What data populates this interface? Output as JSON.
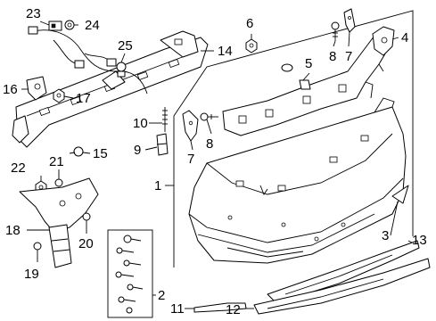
{
  "callouts": {
    "c1": "1",
    "c2": "2",
    "c3": "3",
    "c4": "4",
    "c5": "5",
    "c6": "6",
    "c7a": "7",
    "c7b": "7",
    "c8a": "8",
    "c8b": "8",
    "c9": "9",
    "c10": "10",
    "c11": "11",
    "c12": "12",
    "c13": "13",
    "c14": "14",
    "c15": "15",
    "c16": "16",
    "c17": "17",
    "c18": "18",
    "c19": "19",
    "c20": "20",
    "c21": "21",
    "c22": "22",
    "c23": "23",
    "c24": "24",
    "c25": "25"
  }
}
